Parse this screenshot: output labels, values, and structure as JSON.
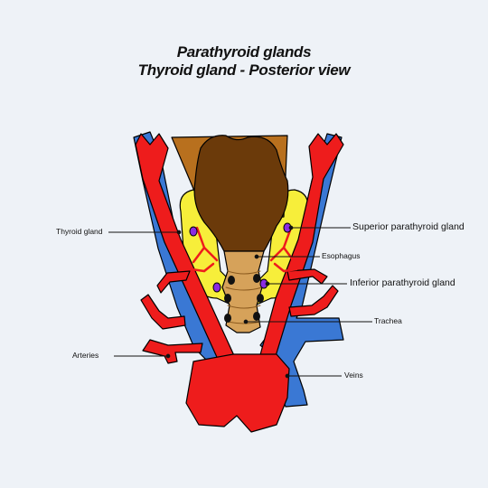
{
  "title": {
    "line1": "Parathyroid glands",
    "line2": "Thyroid gland - Posterior view"
  },
  "labels": {
    "thyroid_gland": "Thyroid gland",
    "superior_parathyroid": "Superior parathyroid gland",
    "esophagus": "Esophagus",
    "inferior_parathyroid": "Inferior parathyroid gland",
    "trachea": "Trachea",
    "arteries": "Arteries",
    "veins": "Veins"
  },
  "colors": {
    "background": "#eef2f7",
    "artery": "#ee1c1c",
    "vein": "#3a78d4",
    "thyroid": "#f7ee3a",
    "pharynx": "#6b3a0a",
    "pharynx_top": "#b8701e",
    "trachea": "#d6a25a",
    "parathyroid": "#8a2be2"
  }
}
